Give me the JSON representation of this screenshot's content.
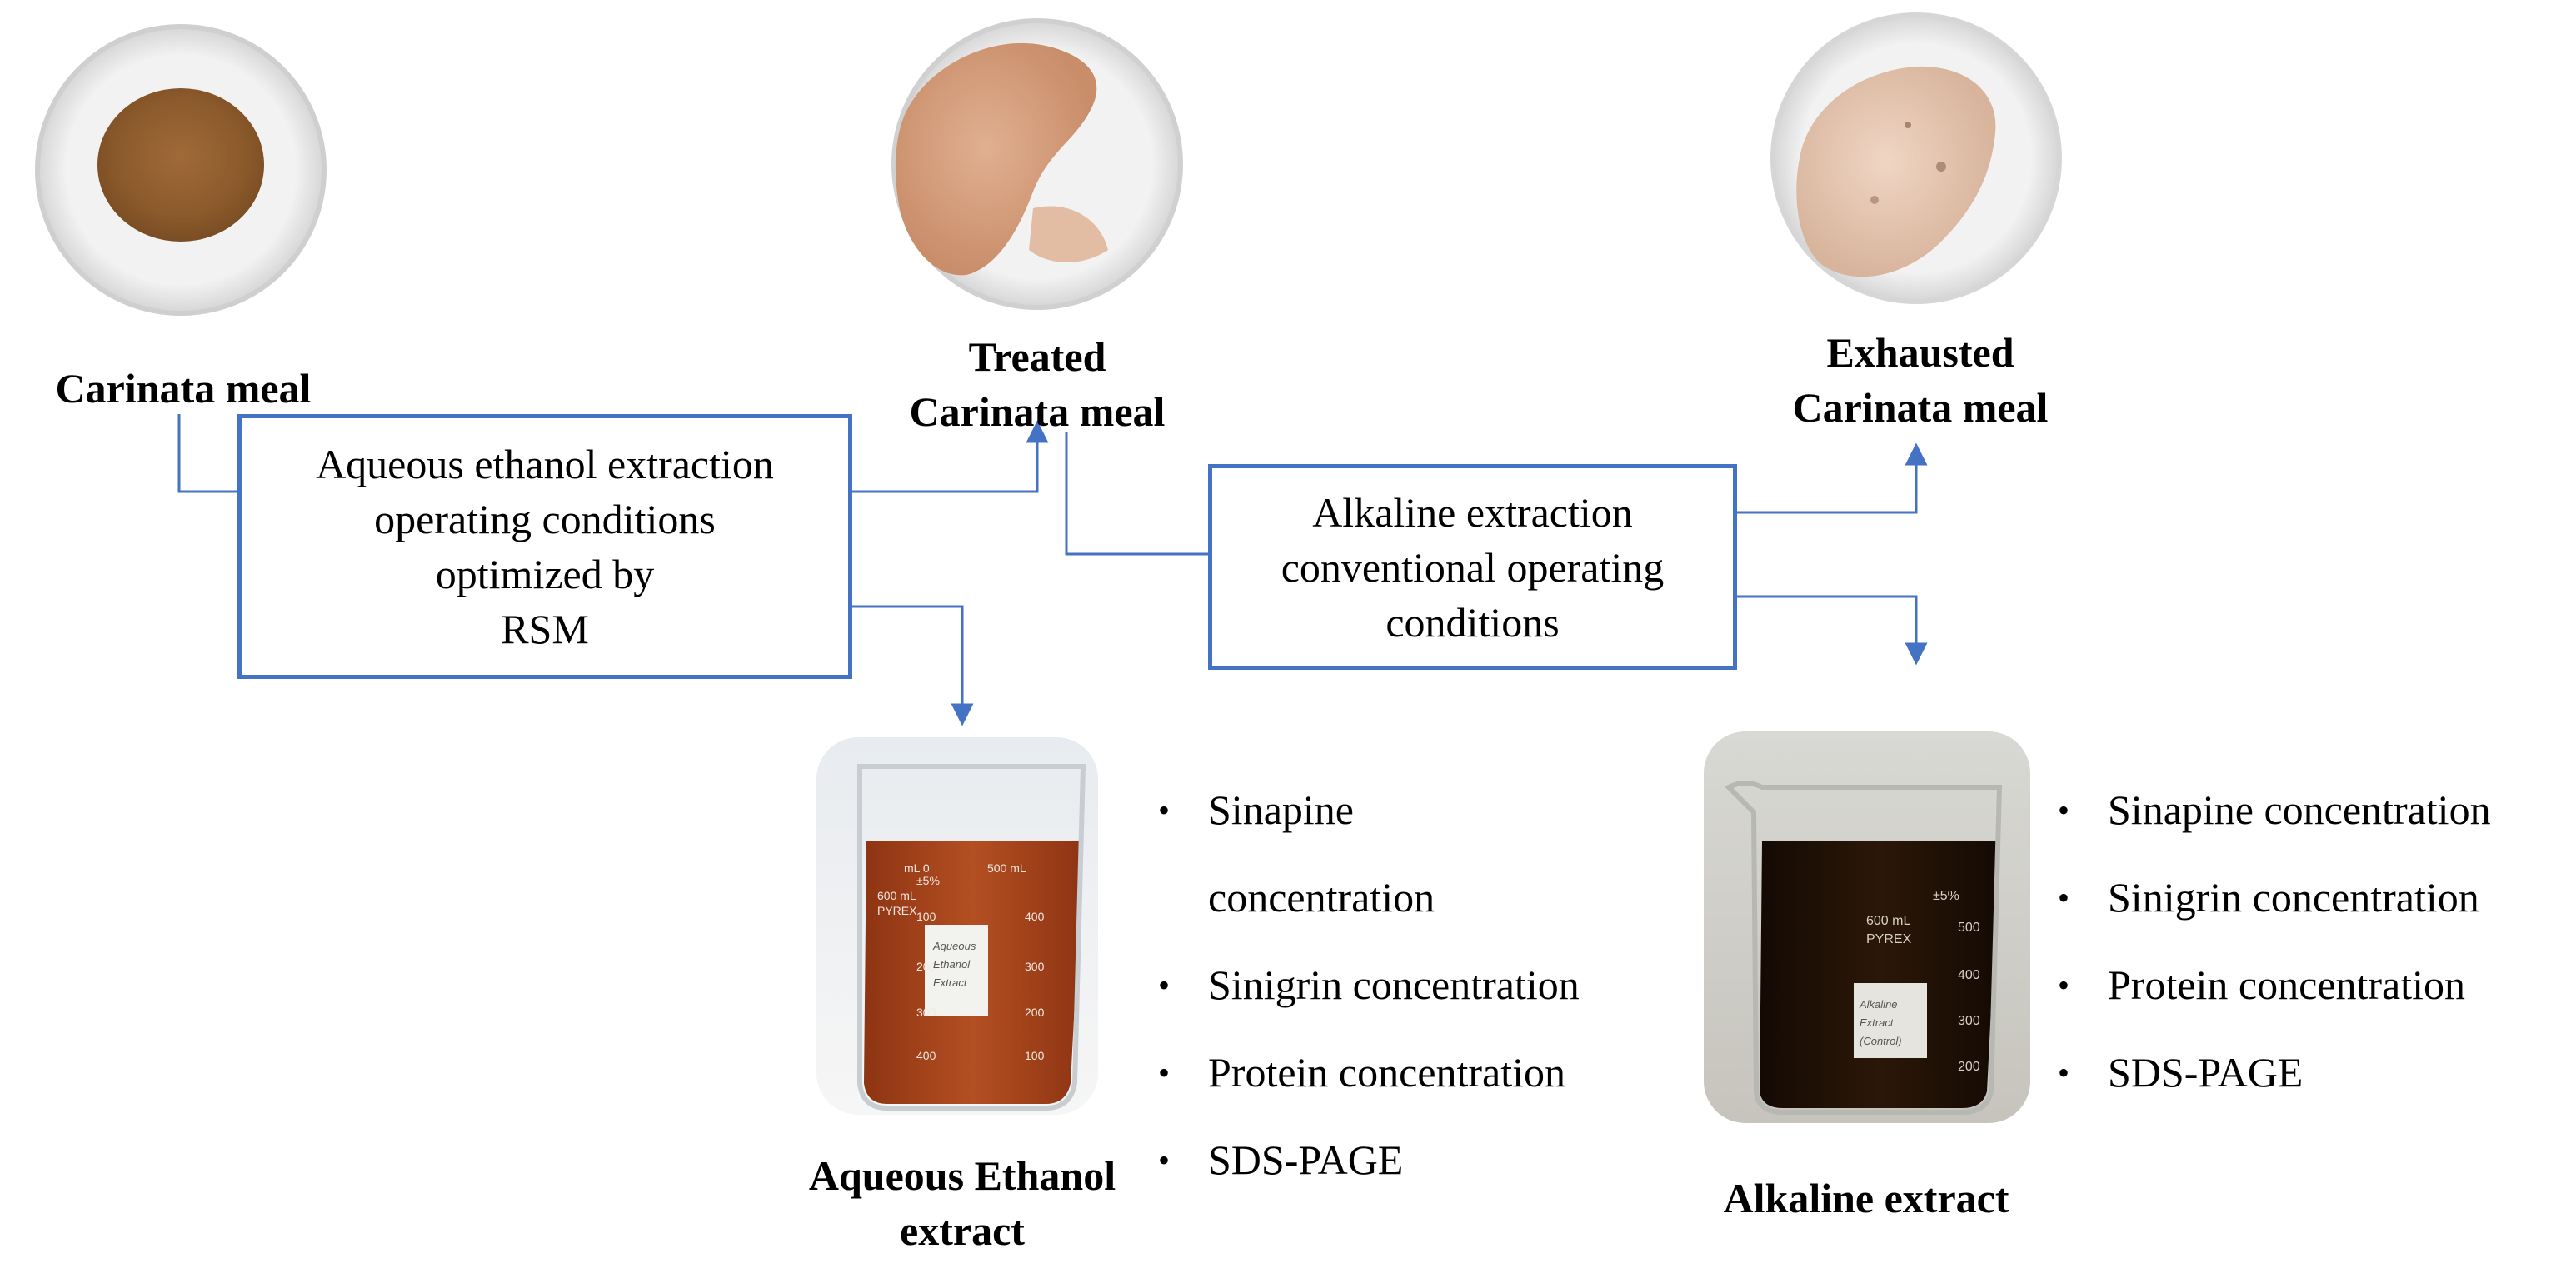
{
  "nodes": {
    "carinata_meal": "Carinata meal",
    "treated_meal": [
      "Treated",
      "Carinata meal"
    ],
    "exhausted_meal": [
      "Exhausted",
      "Carinata meal"
    ],
    "ethanol_extract": [
      "Aqueous Ethanol",
      "extract"
    ],
    "alkaline_extract": "Alkaline extract"
  },
  "process_boxes": {
    "ethanol_extraction": [
      "Aqueous ethanol extraction",
      "operating conditions",
      "optimized by",
      "RSM"
    ],
    "alkaline_extraction": [
      "Alkaline extraction",
      "conventional operating",
      "conditions"
    ]
  },
  "analyses": {
    "ethanol": [
      "Sinapine",
      "concentration",
      "Sinigrin concentration",
      "Protein concentration",
      "SDS-PAGE"
    ],
    "alkaline": [
      "Sinapine concentration",
      "Sinigrin concentration",
      "Protein concentration",
      "SDS-PAGE"
    ]
  },
  "beaker_markings": {
    "ethanol": {
      "capacity": "600 mL",
      "brand": "PYREX",
      "tolerance": "±5%",
      "top_marks": [
        "mL 0",
        "500 mL"
      ],
      "left_scale": [
        "100",
        "200",
        "300",
        "400"
      ],
      "right_scale": [
        "400",
        "300",
        "200",
        "100"
      ],
      "label": [
        "Aqueous",
        "Ethanol",
        "Extract"
      ]
    },
    "alkaline": {
      "capacity": "600 mL",
      "brand": "PYREX",
      "tolerance": "±5%",
      "scale": [
        "500",
        "400",
        "300",
        "200"
      ],
      "label": [
        "Alkaline",
        "Extract",
        "(Control)"
      ]
    }
  },
  "colors": {
    "box_border": "#4472c4",
    "connector": "#4472c4",
    "meal_raw": "#8b5a2b",
    "meal_treated": "#d9a584",
    "meal_exhausted": "#e6c6b0",
    "ethanol_liquid": "#a5431c",
    "alkaline_liquid": "#1e1006"
  }
}
